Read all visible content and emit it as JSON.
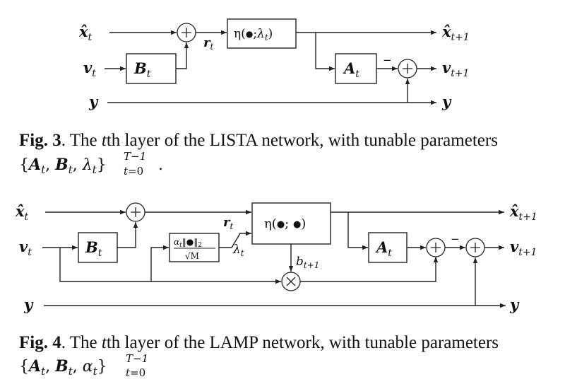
{
  "fig3": {
    "caption": {
      "label": "Fig. 3",
      "text_a": ". The ",
      "t": "t",
      "text_b": "th layer of the LISTA network, with tunable parameters",
      "params_open": "{",
      "A": "A",
      "A_sub": "t",
      "B": "B",
      "B_sub": "t",
      "lambda": "λ",
      "lambda_sub": "t",
      "params_close": "}",
      "sup": "T−1",
      "sub": "t=0",
      "end": "."
    },
    "inputs": {
      "x": "x̂",
      "x_sub": "t",
      "v": "v",
      "v_sub": "t",
      "y": "y"
    },
    "outputs": {
      "x": "x̂",
      "x_sub": "t+1",
      "v": "v",
      "v_sub": "t+1",
      "y": "y"
    },
    "B_block": {
      "sym": "B",
      "sub": "t"
    },
    "A_block": {
      "sym": "A",
      "sub": "t"
    },
    "eta_block": {
      "pre": "η(",
      "dot": "●",
      "mid": ";",
      "lam": "λ",
      "lam_sub": "t",
      "post": ")"
    },
    "r_label": {
      "sym": "r",
      "sub": "t"
    },
    "plus": "+",
    "minus": "−"
  },
  "fig4": {
    "caption": {
      "label": "Fig. 4",
      "text_a": ". The ",
      "t": "t",
      "text_b": "th layer of the LAMP network, with tunable parameters",
      "params_open": "{",
      "A": "A",
      "A_sub": "t",
      "B": "B",
      "B_sub": "t",
      "alpha": "α",
      "alpha_sub": "t",
      "params_close": "}",
      "sup": "T−1",
      "sub": "t=0"
    },
    "inputs": {
      "x": "x̂",
      "x_sub": "t",
      "v": "v",
      "v_sub": "t",
      "y": "y"
    },
    "outputs": {
      "x": "x̂",
      "x_sub": "t+1",
      "v": "v",
      "v_sub": "t+1",
      "y": "y"
    },
    "B_block": {
      "sym": "B",
      "sub": "t"
    },
    "A_block": {
      "sym": "A",
      "sub": "t"
    },
    "eta_block": {
      "pre": "η(",
      "dot1": "●",
      "mid": "; ",
      "dot2": "●",
      "post": ")"
    },
    "norm_block": {
      "num_alpha": "α",
      "num_alpha_sub": "t",
      "num_norm": "‖●‖",
      "num_norm_sub": "2",
      "den": "√M"
    },
    "r_label": {
      "sym": "r",
      "sub": "t"
    },
    "lambda_label": {
      "sym": "λ",
      "sub": "t"
    },
    "b_label": {
      "sym": "b",
      "sub": "t+1"
    },
    "plus": "+",
    "times": "×",
    "minus": "−"
  }
}
